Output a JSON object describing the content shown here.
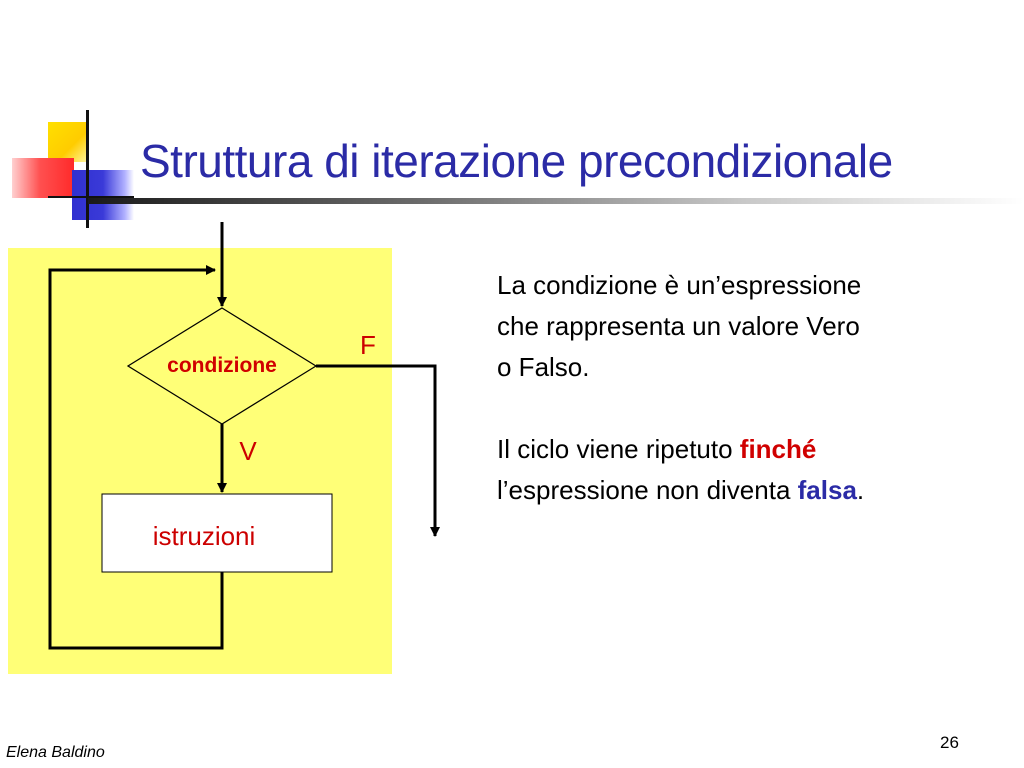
{
  "slide": {
    "title": "Struttura di iterazione precondizionale",
    "author": "Elena Baldino",
    "page_number": "26"
  },
  "diagram": {
    "decision_label": "condizione",
    "false_label": "F",
    "true_label": "V",
    "process_label": "istruzioni",
    "colors": {
      "background": "#ffff77",
      "decision_text": "#d00000",
      "labels": "#cc0000"
    }
  },
  "explanation": {
    "paragraph1_line1": "La condizione è un’espressione",
    "paragraph1_line2": "che rappresenta un valore Vero",
    "paragraph1_line3": "o Falso.",
    "paragraph2_line1_prefix": "Il ciclo viene ripetuto ",
    "paragraph2_keyword1": "finché",
    "paragraph2_line2_prefix": "l’espressione non diventa ",
    "paragraph2_keyword2": "falsa",
    "paragraph2_suffix": "."
  },
  "colors": {
    "title": "#2b2ba6",
    "keyword_red": "#d00000",
    "keyword_blue": "#2b2ba6"
  }
}
